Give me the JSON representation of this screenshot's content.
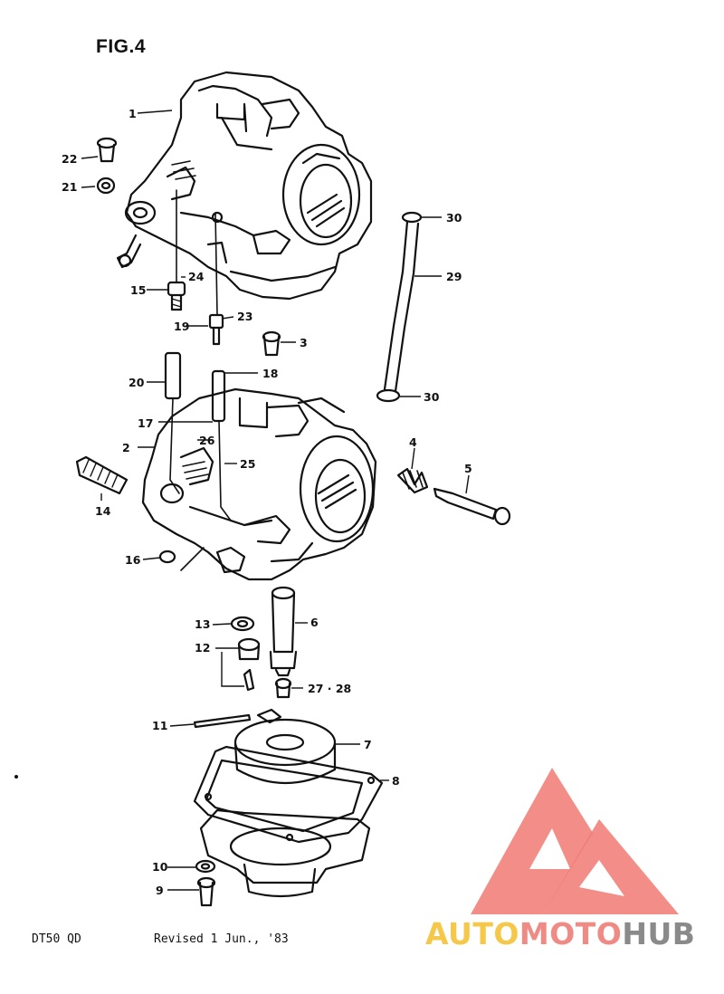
{
  "figure": {
    "title": "FIG.4"
  },
  "callouts": [
    "1",
    "2",
    "3",
    "4",
    "5",
    "6",
    "7",
    "8",
    "9",
    "10",
    "11",
    "12",
    "13",
    "14",
    "15",
    "16",
    "17",
    "18",
    "19",
    "20",
    "21",
    "22",
    "23",
    "24",
    "25",
    "26",
    "27 · 28",
    "29",
    "30",
    "30"
  ],
  "footer": {
    "model": "DT50 QD",
    "revision": "Revised 1 Jun., '83"
  },
  "watermark": {
    "part1": "AUTO",
    "part2": "MOTO",
    "part3": "HUB",
    "colors": {
      "auto": "#f5c84a",
      "moto": "#f08a84",
      "hub": "#8a8a8a",
      "logo": "#f07a72"
    }
  }
}
